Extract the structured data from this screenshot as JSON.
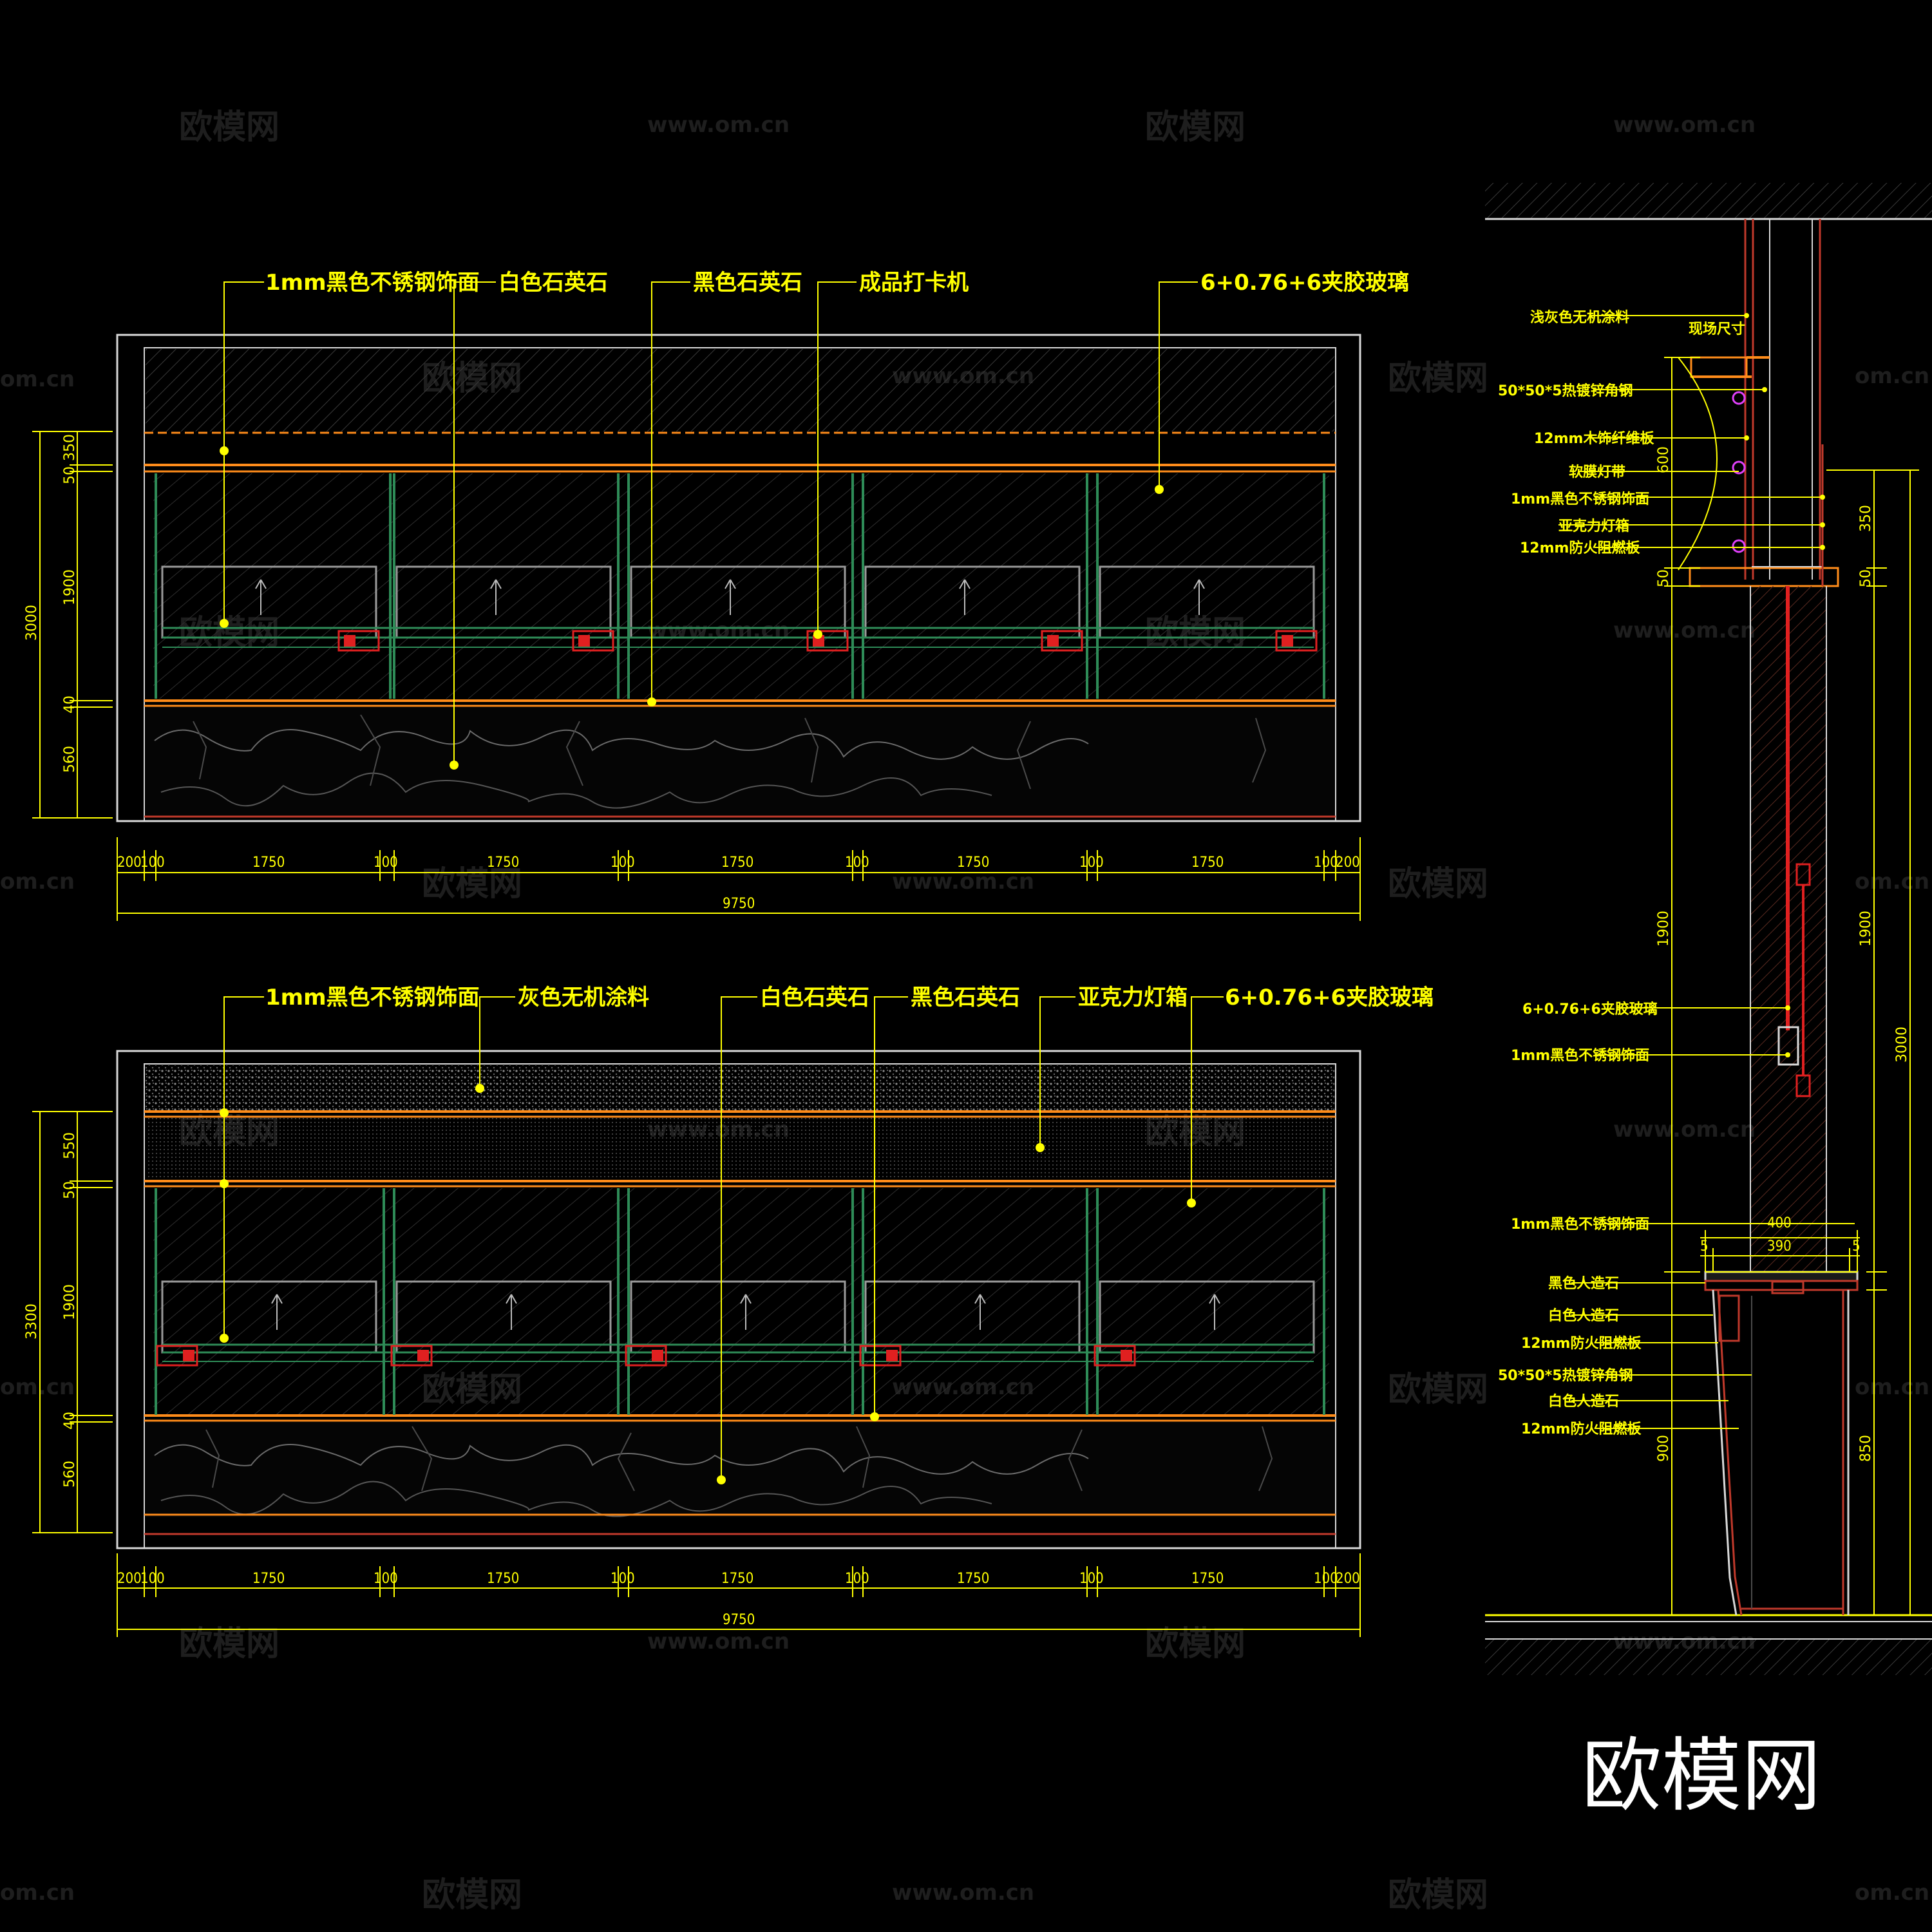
{
  "elevation_a": {
    "callouts": [
      "1mm黑色不锈钢饰面",
      "白色石英石",
      "黑色石英石",
      "成品打卡机",
      "6+0.76+6夹胶玻璃"
    ],
    "dims_bottom": [
      "200",
      "100",
      "1750",
      "100",
      "1750",
      "100",
      "1750",
      "100",
      "1750",
      "100",
      "1750",
      "100",
      "200"
    ],
    "dim_total": "9750",
    "dims_left": [
      "350",
      "50",
      "1900",
      "40",
      "560"
    ],
    "dim_left_total": "3000"
  },
  "elevation_b": {
    "callouts": [
      "1mm黑色不锈钢饰面",
      "灰色无机涂料",
      "白色石英石",
      "黑色石英石",
      "亚克力灯箱",
      "6+0.76+6夹胶玻璃"
    ],
    "dims_bottom": [
      "200",
      "100",
      "1750",
      "100",
      "1750",
      "100",
      "1750",
      "100",
      "1750",
      "100",
      "1750",
      "100",
      "200"
    ],
    "dim_total": "9750",
    "dims_left": [
      "550",
      "50",
      "1900",
      "40",
      "560"
    ],
    "dim_left_total": "3300"
  },
  "section": {
    "labels_top": [
      "浅灰色无机涂料",
      "50*50*5热镀锌角钢",
      "12mm木饰纤维板",
      "软膜灯带",
      "1mm黑色不锈钢饰面",
      "亚克力灯箱",
      "12mm防火阻燃板"
    ],
    "label_site": "现场尺寸",
    "labels_mid": [
      "6+0.76+6夹胶玻璃",
      "1mm黑色不锈钢饰面"
    ],
    "labels_bottom": [
      "1mm黑色不锈钢饰面",
      "黑色人造石",
      "白色人造石",
      "12mm防火阻燃板",
      "50*50*5热镀锌角钢",
      "白色人造石",
      "12mm防火阻燃板"
    ],
    "dims_left": [
      "600",
      "50",
      "1900",
      "900"
    ],
    "dims_right": [
      "350",
      "50",
      "1900",
      "3000",
      "850"
    ],
    "dims_counter": [
      "400",
      "390",
      "5",
      "5"
    ]
  },
  "watermark": {
    "text": "欧模网",
    "url": "www.om.cn",
    "url_partial": "om.cn"
  },
  "brand": "欧模网"
}
